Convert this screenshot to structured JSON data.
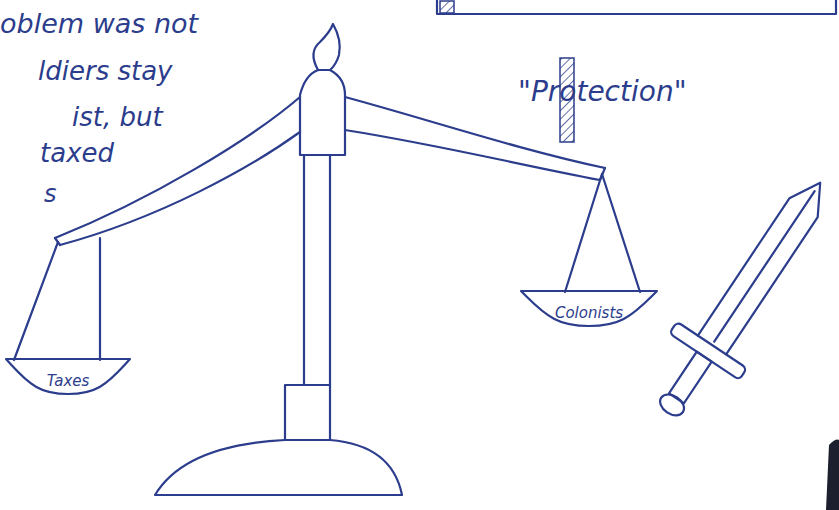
{
  "diagram": {
    "nodes": [
      {
        "text": [
          "Taxes"
        ]
      },
      {
        "text": [
          "Colonists"
        ]
      }
    ],
    "labels": [
      "oblem was not",
      "ldiers stay",
      "ist, but",
      "taxed",
      "s",
      "\"Protection\""
    ]
  }
}
